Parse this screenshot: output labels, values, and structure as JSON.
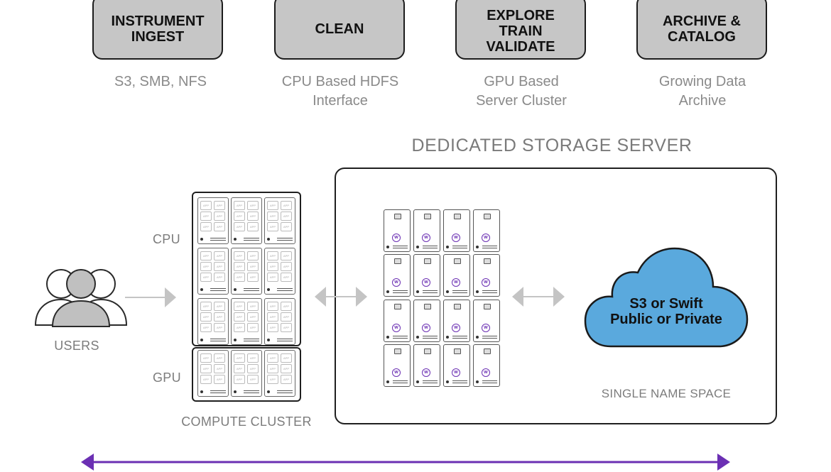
{
  "stages": [
    {
      "title": "INSTRUMENT\nINGEST",
      "desc": "S3, SMB, NFS"
    },
    {
      "title": "CLEAN",
      "desc": "CPU Based HDFS\nInterface"
    },
    {
      "title": "EXPLORE\nTRAIN\nVALIDATE",
      "desc": "GPU Based\nServer Cluster"
    },
    {
      "title": "ARCHIVE &\nCATALOG",
      "desc": "Growing Data\nArchive"
    }
  ],
  "storage": {
    "title": "DEDICATED STORAGE SERVER",
    "cloud_text": "S3 or Swift\nPublic or Private",
    "namespace_label": "SINGLE NAME SPACE"
  },
  "users_label": "USERS",
  "cluster": {
    "cpu_label": "CPU",
    "gpu_label": "GPU",
    "label": "COMPUTE CLUSTER",
    "app_label": "APP"
  },
  "colors": {
    "stage_fill": "#c6c6c6",
    "cloud_fill": "#5aa9dd",
    "arrow_grey": "#c4c4c4",
    "accent_purple": "#6b2fb3"
  }
}
